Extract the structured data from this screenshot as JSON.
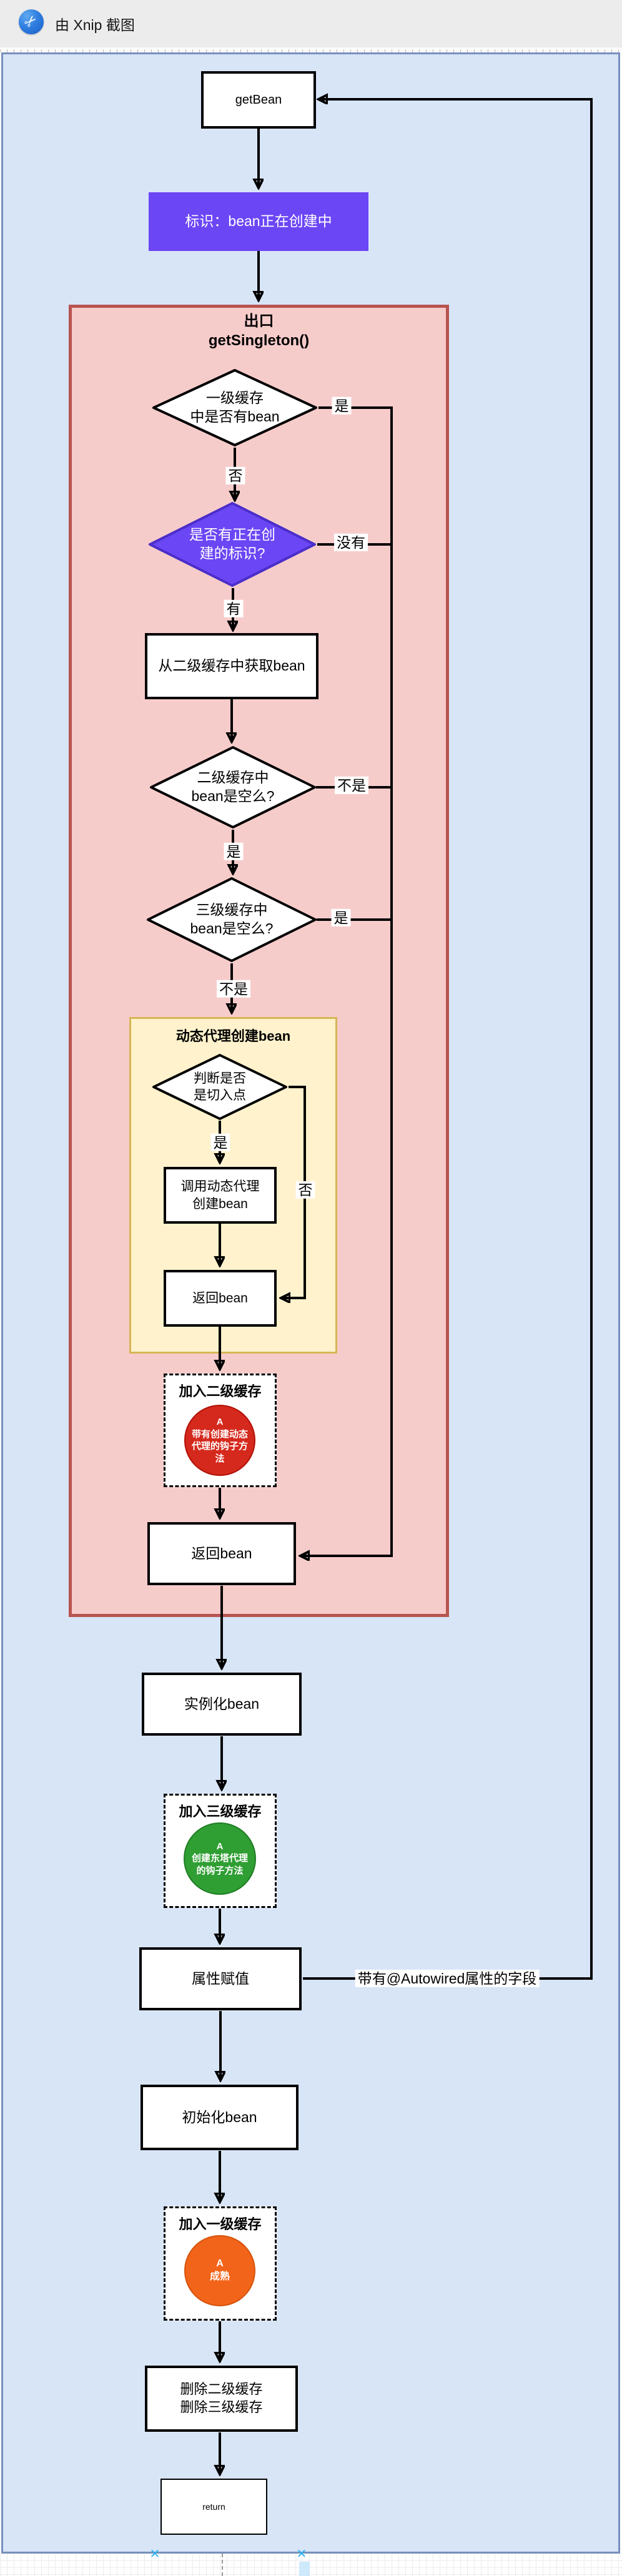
{
  "titlebar": {
    "title": "由 Xnip 截图",
    "logo_icon": "xnip-scissors-icon"
  },
  "nodes": {
    "getbean": "getBean",
    "flag": "标识：bean正在创建中",
    "singleton_title": "出口\ngetSingleton()",
    "d_l1": "一级缓存\n中是否有bean",
    "d_creating": "是否有正在创\n建的标识?",
    "get_l2": "从二级缓存中获取bean",
    "d_l2_empty": "二级缓存中\nbean是空么?",
    "d_l3_empty": "三级缓存中\nbean是空么?",
    "proxy_title": "动态代理创建bean",
    "d_pointcut": "判断是否\n是切入点",
    "call_proxy": "调用动态代理\n创建bean",
    "return_bean_proxy": "返回bean",
    "add_l2_title": "加入二级缓存",
    "add_l2_note": "A\n带有创建动态\n代理的钩子方\n法",
    "return_bean": "返回bean",
    "instantiate": "实例化bean",
    "add_l3_title": "加入三级缓存",
    "add_l3_note": "A\n创建东塔代理\n的钩子方法",
    "property_fill": "属性赋值",
    "init_bean": "初始化bean",
    "add_l1_title": "加入一级缓存",
    "add_l1_note": "A\n成熟",
    "delete_caches": "删除二级缓存\n删除三级缓存",
    "return_node": "return"
  },
  "edges": {
    "l1_yes": "是",
    "l1_no": "否",
    "creating_no": "没有",
    "creating_yes": "有",
    "l2_not_empty": "不是",
    "l2_empty": "是",
    "l3_empty": "是",
    "l3_not_empty": "不是",
    "pointcut_yes": "是",
    "pointcut_no": "否",
    "autowired": "带有@Autowired属性的字段"
  },
  "colors": {
    "canvas_bg": "#d8e5f7",
    "canvas_border": "#7790bd",
    "container_fill": "#f6cccb",
    "container_border": "#b85450",
    "proxy_fill": "#fff2cc",
    "proxy_border": "#d6b656",
    "purple_fill": "#6b46f5",
    "purple_border": "#4a2ec9",
    "red_circle": "#d5291d",
    "green_circle": "#2f9e33",
    "orange_circle": "#f26419"
  }
}
